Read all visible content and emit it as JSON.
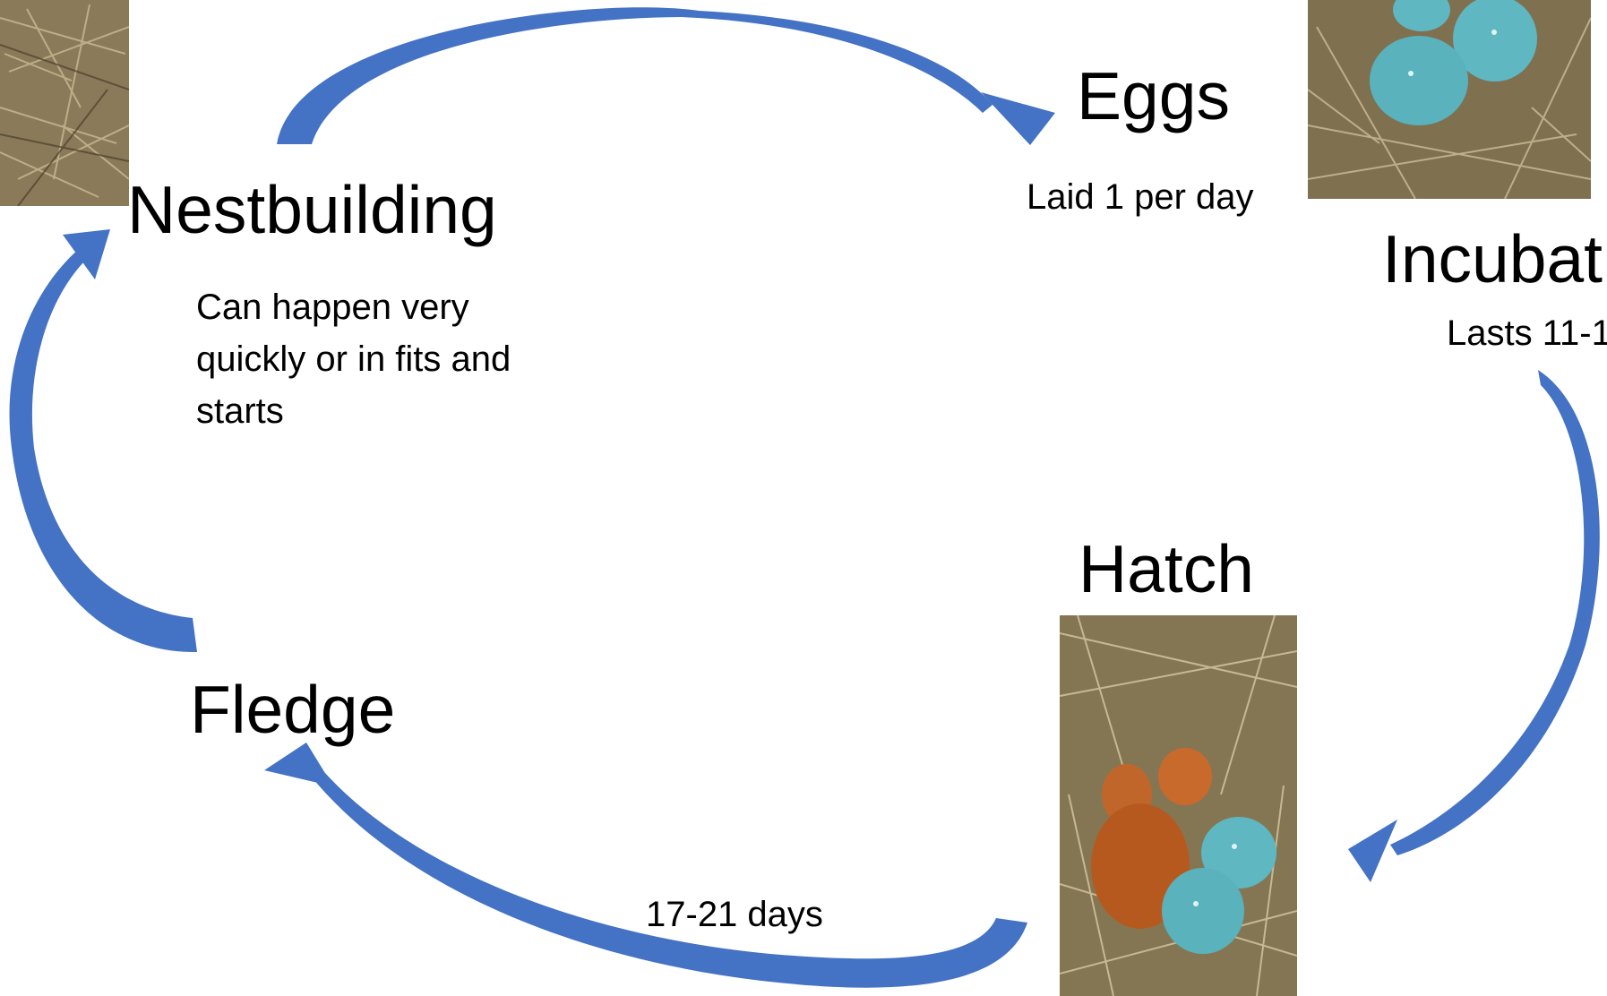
{
  "stages": {
    "nestbuilding": {
      "title": "Nestbuilding",
      "note": "Can happen very quickly or in fits and starts"
    },
    "eggs": {
      "title": "Eggs",
      "note": "Laid 1 per day"
    },
    "incubation": {
      "title": "Incubat",
      "note": "Lasts 11-1"
    },
    "hatch": {
      "title": "Hatch"
    },
    "fledge": {
      "title": "Fledge"
    },
    "fledge_duration": "17-21 days"
  },
  "colors": {
    "arrow": "#4472c4",
    "arrow_dark": "#3a62ad",
    "egg": "#5fb7c2",
    "nest": "#8a7a5a"
  },
  "photos": {
    "nest_photo": "grass nest",
    "eggs_photo": "blue eggs in nest",
    "hatch_photo": "hatchlings and blue eggs in nest"
  },
  "icons": {
    "arrow": "curved-arrow-icon"
  }
}
